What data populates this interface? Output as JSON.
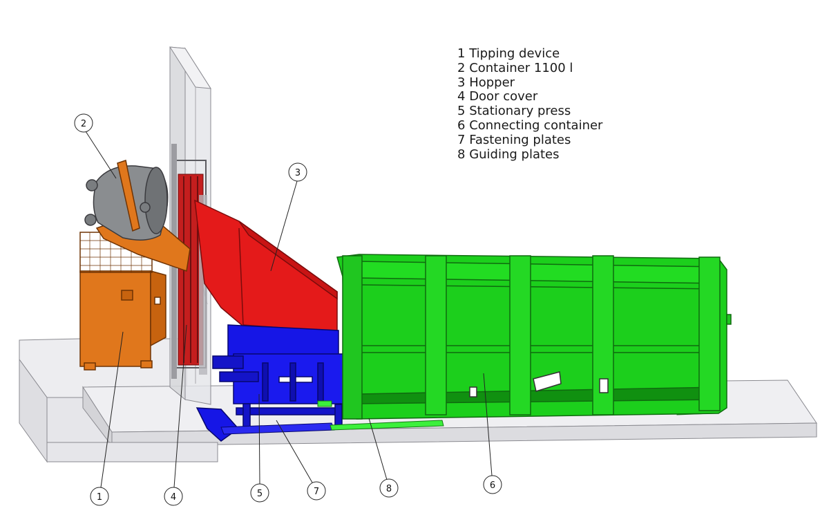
{
  "legend": [
    {
      "num": "1",
      "label": "Tipping device"
    },
    {
      "num": "2",
      "label": "Container 1100 l"
    },
    {
      "num": "3",
      "label": "Hopper"
    },
    {
      "num": "4",
      "label": "Door cover"
    },
    {
      "num": "5",
      "label": "Stationary press"
    },
    {
      "num": "6",
      "label": "Connecting container"
    },
    {
      "num": "7",
      "label": "Fastening plates"
    },
    {
      "num": "8",
      "label": "Guiding plates"
    }
  ],
  "callouts": [
    "1",
    "2",
    "3",
    "4",
    "5",
    "6",
    "7",
    "8"
  ],
  "colors": {
    "tipping_device": "#e0771c",
    "container_1100": "#8a8d90",
    "hopper": "#e41a1a",
    "door_cover": "#c41e1e",
    "stationary_press": "#1616e6",
    "connecting_container": "#1ccf1c",
    "guiding_plates": "#3cf03c",
    "foundation": "#ececee",
    "wall": "#d9dadd"
  }
}
